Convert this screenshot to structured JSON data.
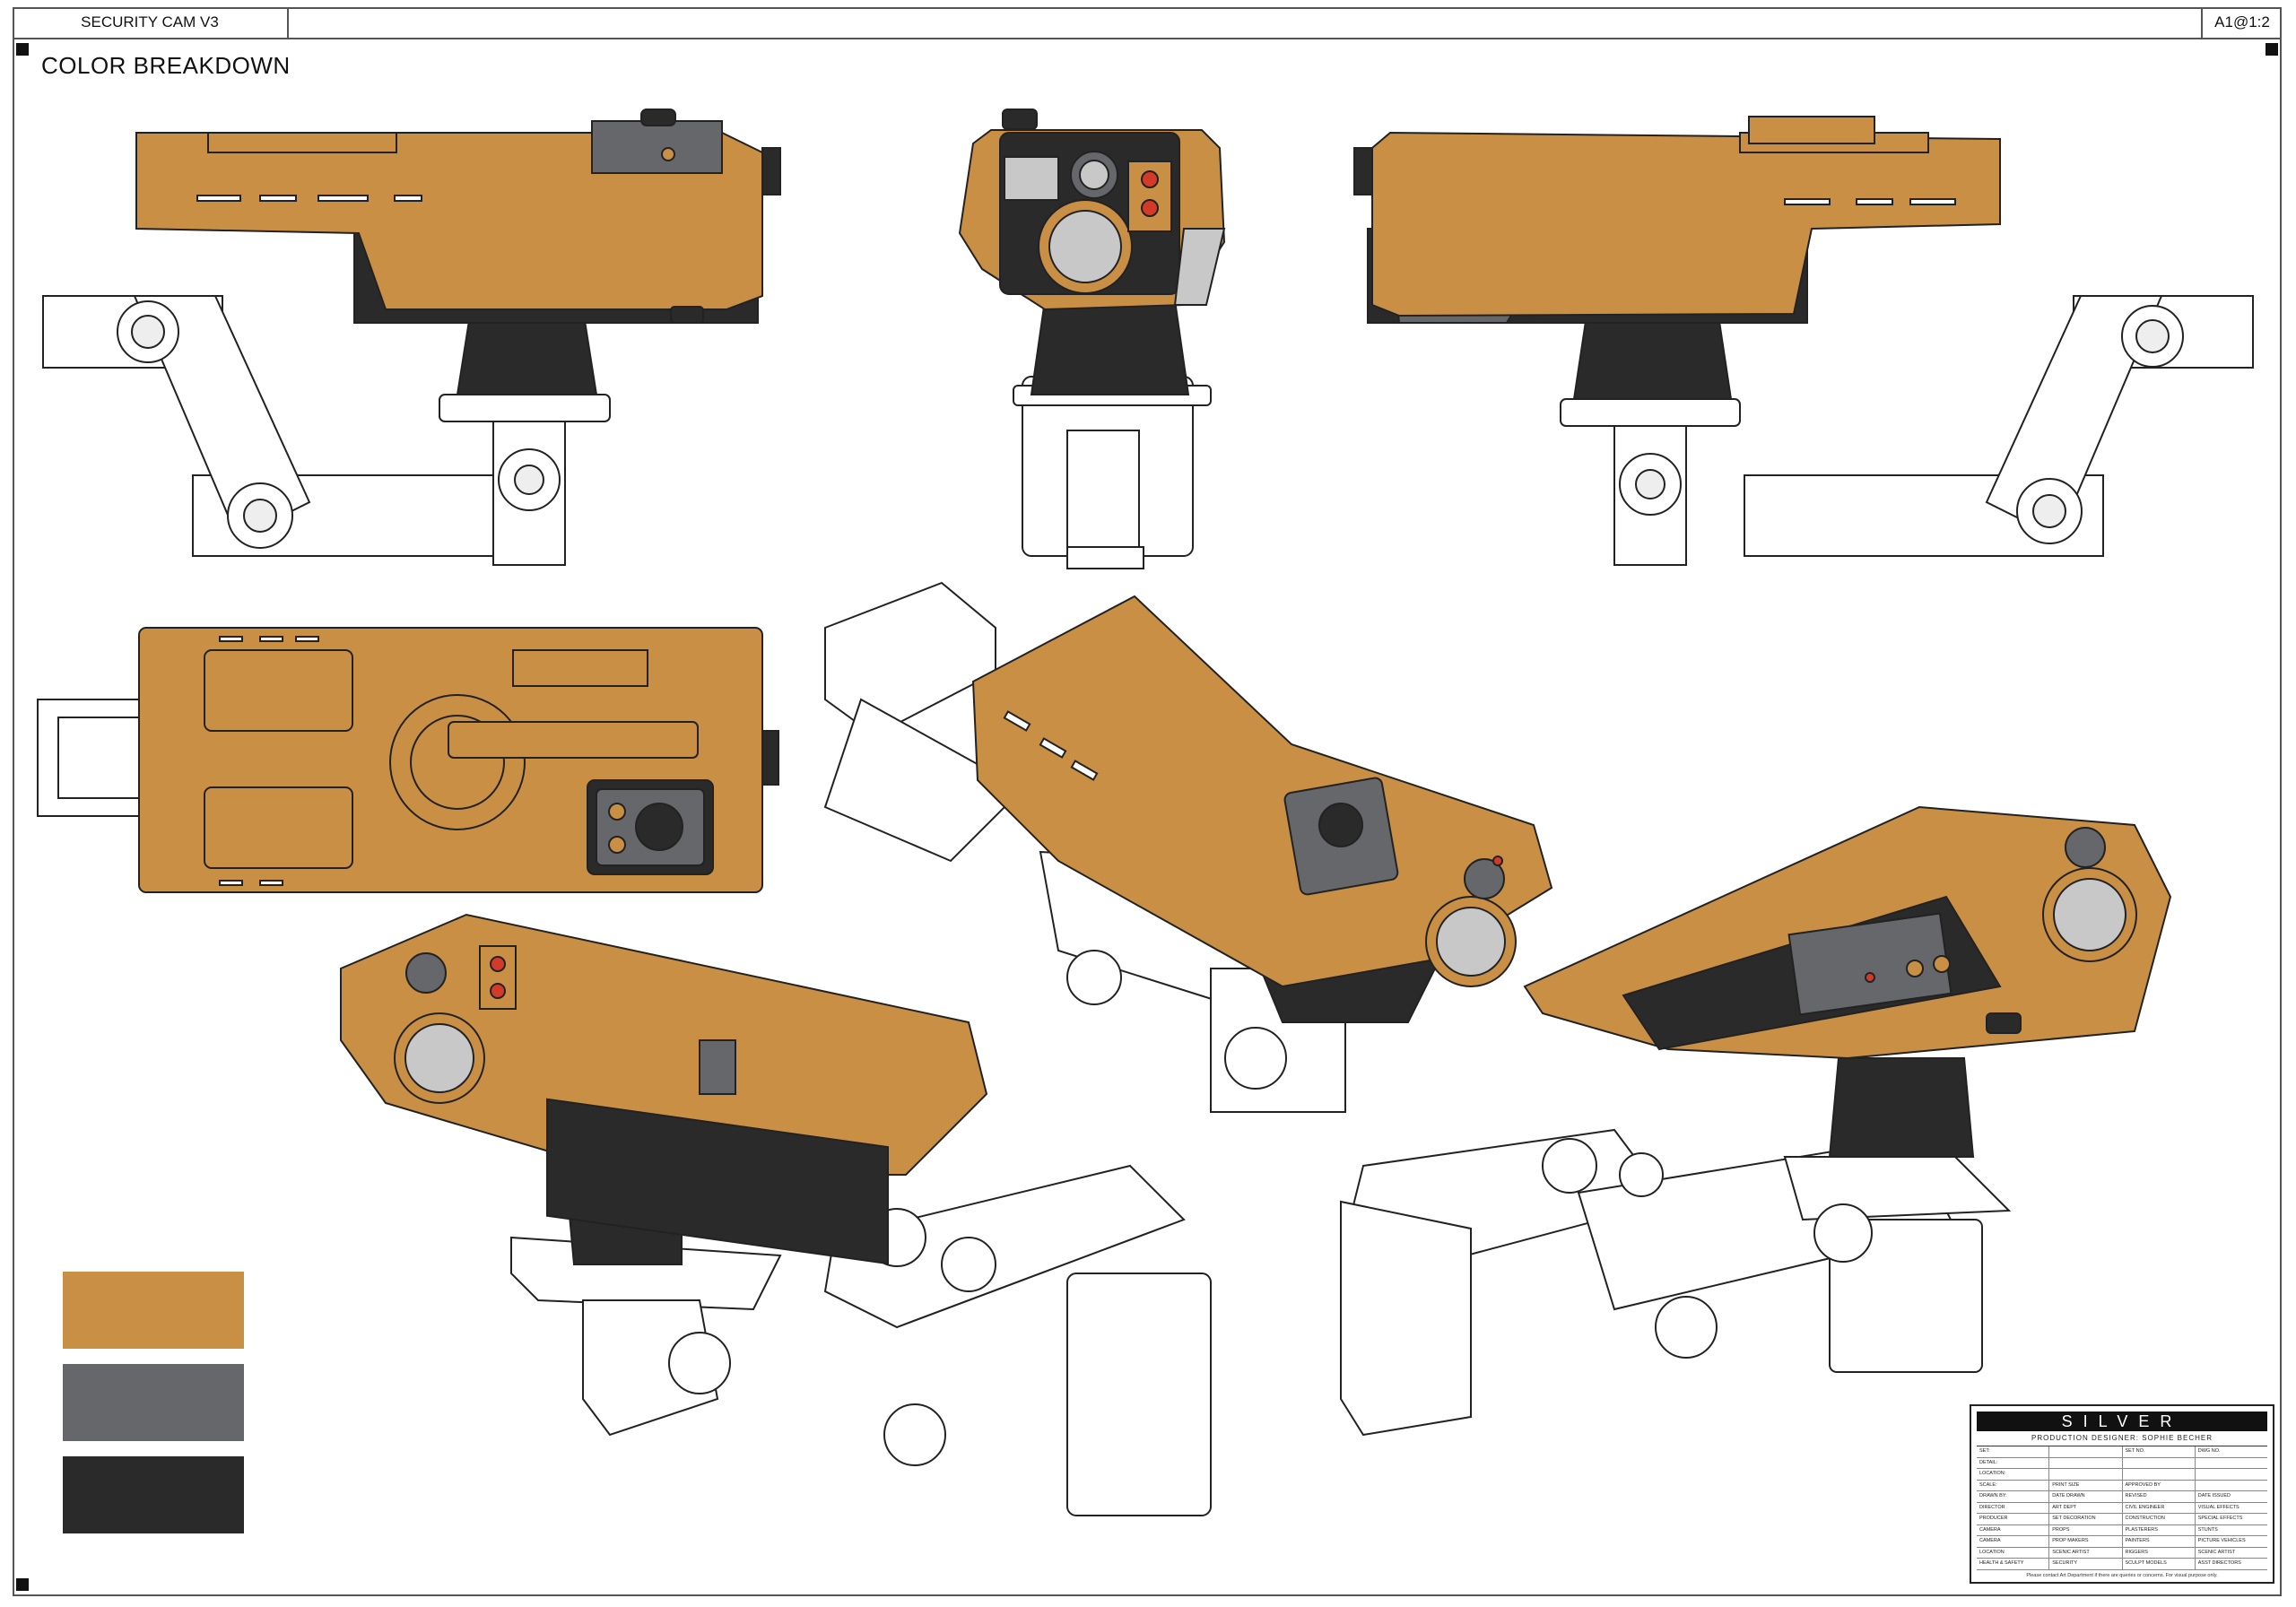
{
  "header": {
    "title": "SECURITY CAM V3",
    "scale": "A1@1:2"
  },
  "section_title": "COLOR BREAKDOWN",
  "colors": {
    "body": "#C98F45",
    "gray": "#66676B",
    "black": "#2A2A2A",
    "lens": "#C8C8C8",
    "accent": "#D23A2A"
  },
  "swatches": [
    {
      "name": "orange",
      "hex": "#C98F45"
    },
    {
      "name": "gray",
      "hex": "#66676B"
    },
    {
      "name": "black",
      "hex": "#2A2A2A"
    }
  ],
  "title_block": {
    "logo": "SILVER",
    "designer": "PRODUCTION DESIGNER: SOPHIE BECHER",
    "rows": [
      [
        "SET:",
        "",
        "SET NO.",
        "DWG NO."
      ],
      [
        "DETAIL:",
        "",
        "",
        ""
      ],
      [
        "LOCATION:",
        "",
        "",
        ""
      ],
      [
        "SCALE:",
        "PRINT SIZE",
        "APPROVED BY",
        ""
      ],
      [
        "DRAWN BY:",
        "DATE DRAWN",
        "REVISED",
        "DATE ISSUED"
      ],
      [
        "DIRECTOR",
        "ART DEPT",
        "CIVIL ENGINEER",
        "VISUAL EFFECTS"
      ],
      [
        "PRODUCER",
        "SET DECORATION",
        "CONSTRUCTION",
        "SPECIAL EFFECTS"
      ],
      [
        "CAMERA",
        "PROPS",
        "PLASTERERS",
        "STUNTS"
      ],
      [
        "CAMERA",
        "PROP MAKERS",
        "PAINTERS",
        "PICTURE VEHICLES"
      ],
      [
        "LOCATION",
        "SCENIC ARTIST",
        "RIGGERS",
        "SCENIC ARTIST"
      ],
      [
        "HEALTH & SAFETY",
        "SECURITY",
        "SCULPT MODELS",
        "ASST DIRECTORS"
      ]
    ],
    "note": "Please contact Art Department if there are queries or concerns. For visual purpose only."
  }
}
